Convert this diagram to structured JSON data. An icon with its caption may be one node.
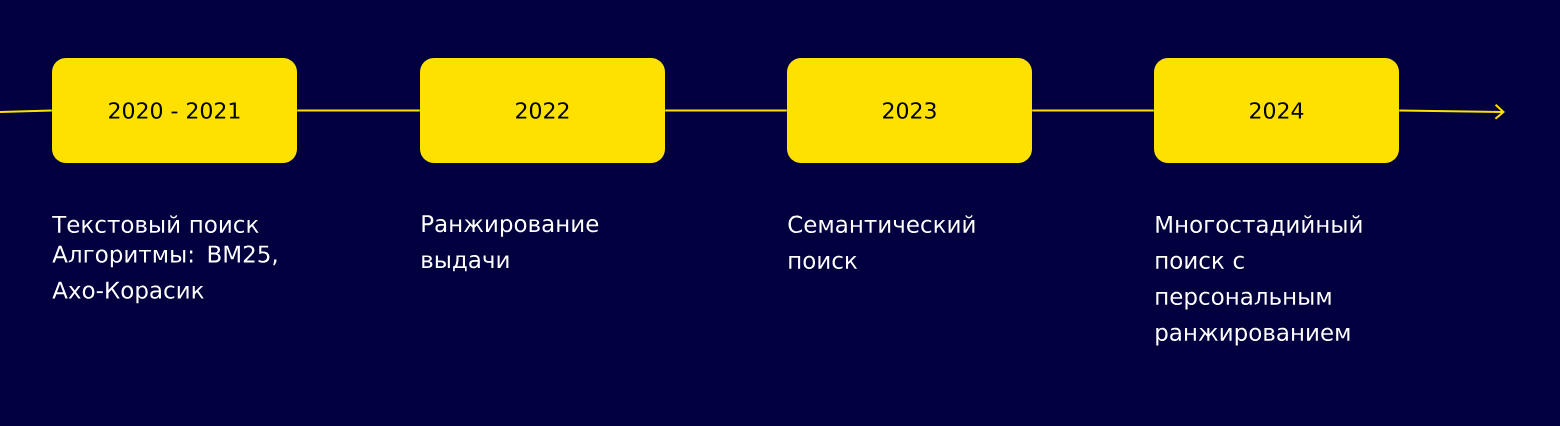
{
  "diagram": {
    "nodes": [
      {
        "text": [
          "2020 - 2021"
        ],
        "beside": [
          "Текстовый поиск",
          "Алгоритмы: BM25, Ахо-Корасик"
        ]
      },
      {
        "text": [
          "2022"
        ],
        "beside": [
          "Ранжирование выдачи"
        ]
      },
      {
        "text": [
          "2023"
        ],
        "beside": [
          "Семантический поиск"
        ]
      },
      {
        "text": [
          "2024"
        ],
        "beside": [
          "Многостадийный поиск с персональным ранжированием"
        ]
      }
    ],
    "edges": [
      {
        "from": null,
        "to": 0,
        "arrow": "none"
      },
      {
        "from": 0,
        "to": 1,
        "arrow": "none"
      },
      {
        "from": 1,
        "to": 2,
        "arrow": "none"
      },
      {
        "from": 2,
        "to": 3,
        "arrow": "none"
      },
      {
        "from": 3,
        "to": null,
        "arrow": "to"
      }
    ]
  }
}
